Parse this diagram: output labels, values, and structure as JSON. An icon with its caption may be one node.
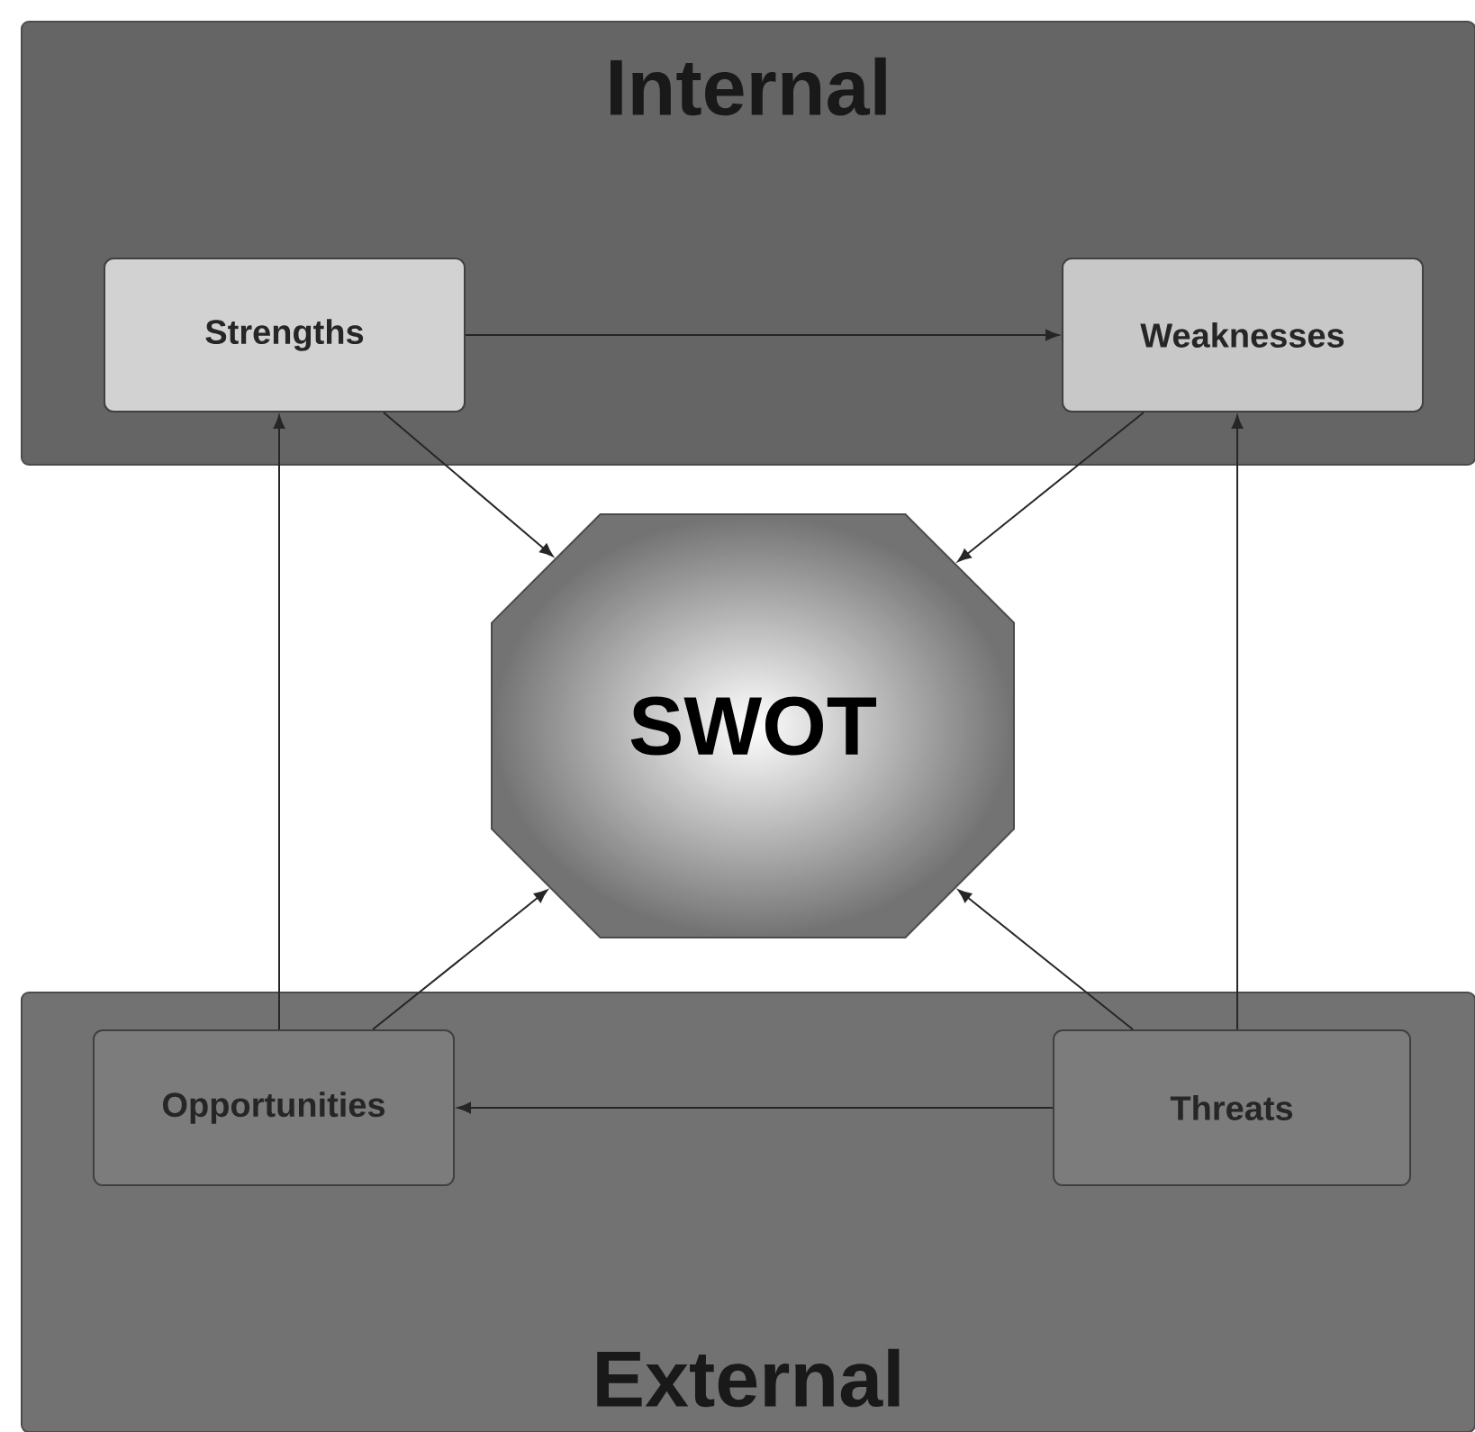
{
  "diagram": {
    "nodes": [
      {
        "text": [
          "Internal"
        ]
      },
      {
        "text": [
          "Strengths"
        ],
        "in": 0
      },
      {
        "text": [
          "Weaknesses"
        ],
        "in": 0
      },
      {
        "text": [
          "SWOT"
        ]
      },
      {
        "text": [
          "External"
        ]
      },
      {
        "text": [
          "Opportunities"
        ],
        "in": 4
      },
      {
        "text": [
          "Threats"
        ],
        "in": 4
      }
    ],
    "edges": [
      {
        "from": 1,
        "to": 2,
        "arrow": "to"
      },
      {
        "from": 1,
        "to": 3,
        "arrow": "to"
      },
      {
        "from": 2,
        "to": 3,
        "arrow": "to"
      },
      {
        "from": 5,
        "to": 1,
        "arrow": "to"
      },
      {
        "from": 6,
        "to": 2,
        "arrow": "to"
      },
      {
        "from": 5,
        "to": 3,
        "arrow": "to"
      },
      {
        "from": 6,
        "to": 3,
        "arrow": "to"
      },
      {
        "from": 6,
        "to": 5,
        "arrow": "to"
      }
    ]
  }
}
